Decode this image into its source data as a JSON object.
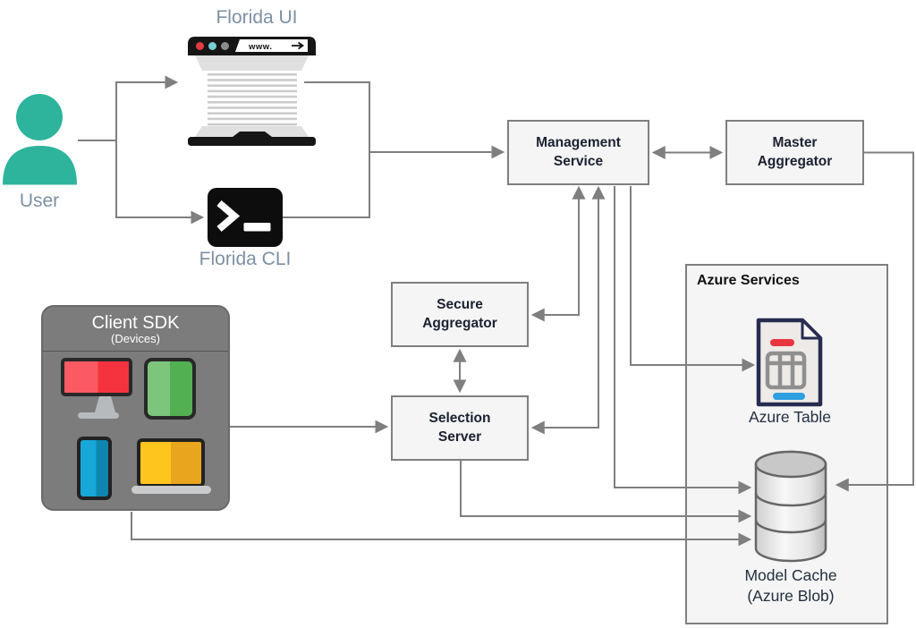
{
  "nodes": {
    "user": {
      "label": "User"
    },
    "florida_ui": {
      "label": "Florida UI",
      "address_bar_text": "www."
    },
    "florida_cli": {
      "label": "Florida CLI",
      "prompt_glyph": ">_"
    },
    "client_sdk": {
      "title": "Client SDK",
      "subtitle": "(Devices)",
      "device_icons": [
        "monitor-icon",
        "tablet-icon",
        "phone-icon",
        "laptop-icon"
      ]
    },
    "management_service": {
      "label": "Management\nService"
    },
    "master_aggregator": {
      "label": "Master\nAggregator"
    },
    "secure_aggregator": {
      "label": "Secure\nAggregator"
    },
    "selection_server": {
      "label": "Selection\nServer"
    },
    "azure_services": {
      "title": "Azure Services"
    },
    "azure_table": {
      "label": "Azure Table"
    },
    "model_cache": {
      "label": "Model Cache\n(Azure Blob)"
    }
  },
  "edges": [
    {
      "from": "user",
      "to": "florida_ui",
      "bidirectional": false
    },
    {
      "from": "user",
      "to": "florida_cli",
      "bidirectional": false
    },
    {
      "from": "florida_ui",
      "to": "management_service",
      "bidirectional": false
    },
    {
      "from": "florida_cli",
      "to": "management_service",
      "bidirectional": false
    },
    {
      "from": "management_service",
      "to": "master_aggregator",
      "bidirectional": true
    },
    {
      "from": "management_service",
      "to": "secure_aggregator",
      "bidirectional": true
    },
    {
      "from": "management_service",
      "to": "selection_server",
      "bidirectional": true
    },
    {
      "from": "management_service",
      "to": "azure_table",
      "bidirectional": false
    },
    {
      "from": "management_service",
      "to": "model_cache",
      "bidirectional": false
    },
    {
      "from": "secure_aggregator",
      "to": "selection_server",
      "bidirectional": true
    },
    {
      "from": "client_sdk",
      "to": "selection_server",
      "bidirectional": false
    },
    {
      "from": "selection_server",
      "to": "model_cache",
      "bidirectional": false
    },
    {
      "from": "client_sdk",
      "to": "model_cache",
      "bidirectional": false
    },
    {
      "from": "master_aggregator",
      "to": "model_cache",
      "bidirectional": false
    }
  ],
  "colors": {
    "accent_teal": "#2EB49C",
    "connector": "#7F7F7F",
    "node_fill": "#F5F5F5",
    "node_border": "#7F7F7F",
    "node_text": "#1B2130",
    "caption_text": "#7E90A3",
    "azure_label_text": "#242F3F",
    "sdk_fill": "#7C7C7C",
    "device_red": "#F5333F",
    "device_green": "#52B053",
    "device_blue": "#17A7D8",
    "device_yellow": "#FEC51E",
    "doc_border_navy": "#262C50",
    "doc_red_bar": "#E9353F",
    "doc_blue_bar": "#2F9FE0"
  }
}
